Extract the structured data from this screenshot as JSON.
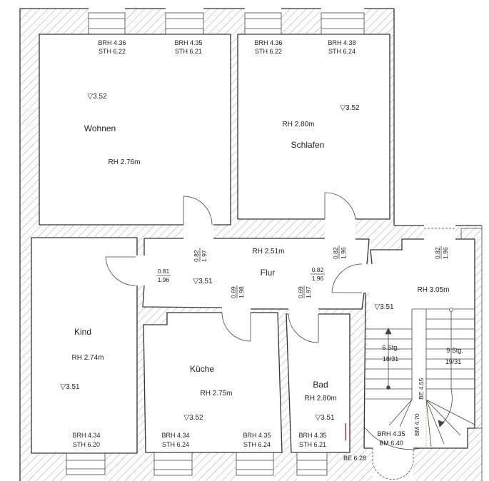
{
  "rooms": {
    "wohnen": {
      "name": "Wohnen",
      "rh": "RH 2.76m",
      "level": "▽3.52"
    },
    "schlafen": {
      "name": "Schlafen",
      "rh": "RH 2.80m",
      "level": "▽3.52"
    },
    "kind": {
      "name": "Kind",
      "rh": "RH 2.74m",
      "level": "▽3.51",
      "brh": "BRH 4.34",
      "sth": "STH 6.20"
    },
    "flur": {
      "name": "Flur",
      "rh": "RH 2.51m",
      "level": "▽3.51"
    },
    "kueche": {
      "name": "Küche",
      "rh": "RH 2.75m",
      "level": "▽3.52"
    },
    "bad": {
      "name": "Bad",
      "rh": "RH 2.80m",
      "level": "▽3.51",
      "brh": "BRH 4.35",
      "sth": "STH 6.21"
    },
    "treppe": {
      "rh": "RH 3.05m",
      "level": "▽3.51",
      "brh": "BRH 4.35",
      "bm": "BM 6.40"
    }
  },
  "windows_top": [
    {
      "brh": "BRH 4.36",
      "sth": "STH 6.22"
    },
    {
      "brh": "BRH 4.35",
      "sth": "STH 6.21"
    },
    {
      "brh": "BRH 4.36",
      "sth": "STH 6.22"
    },
    {
      "brh": "BRH 4.38",
      "sth": "STH 6.24"
    }
  ],
  "windows_kueche": [
    {
      "brh": "BRH 4.34",
      "sth": "STH 6.24"
    },
    {
      "brh": "BRH 4.35",
      "sth": "STH 6.24"
    }
  ],
  "doors": {
    "wohnen": {
      "w": "0.82",
      "h": "1.97"
    },
    "schlafen": {
      "w": "0.82",
      "h": "1.96"
    },
    "kind": {
      "w": "0.81",
      "h": "1.96"
    },
    "flur_right": {
      "w": "0.82",
      "h": "1.96"
    },
    "kueche": {
      "w": "0.69",
      "h": "1.98"
    },
    "bad": {
      "w": "0.69",
      "h": "1.97"
    },
    "treppe": {
      "w": "0.82",
      "h": "1.96"
    }
  },
  "stairs": {
    "up": {
      "steps": "6 Stg.",
      "ratio": "18/31"
    },
    "down": {
      "steps": "9 Stg.",
      "ratio": "19/31"
    },
    "be455": "BE 4.55",
    "bm470": "BM 4.70",
    "be628": "BE 6.28"
  }
}
